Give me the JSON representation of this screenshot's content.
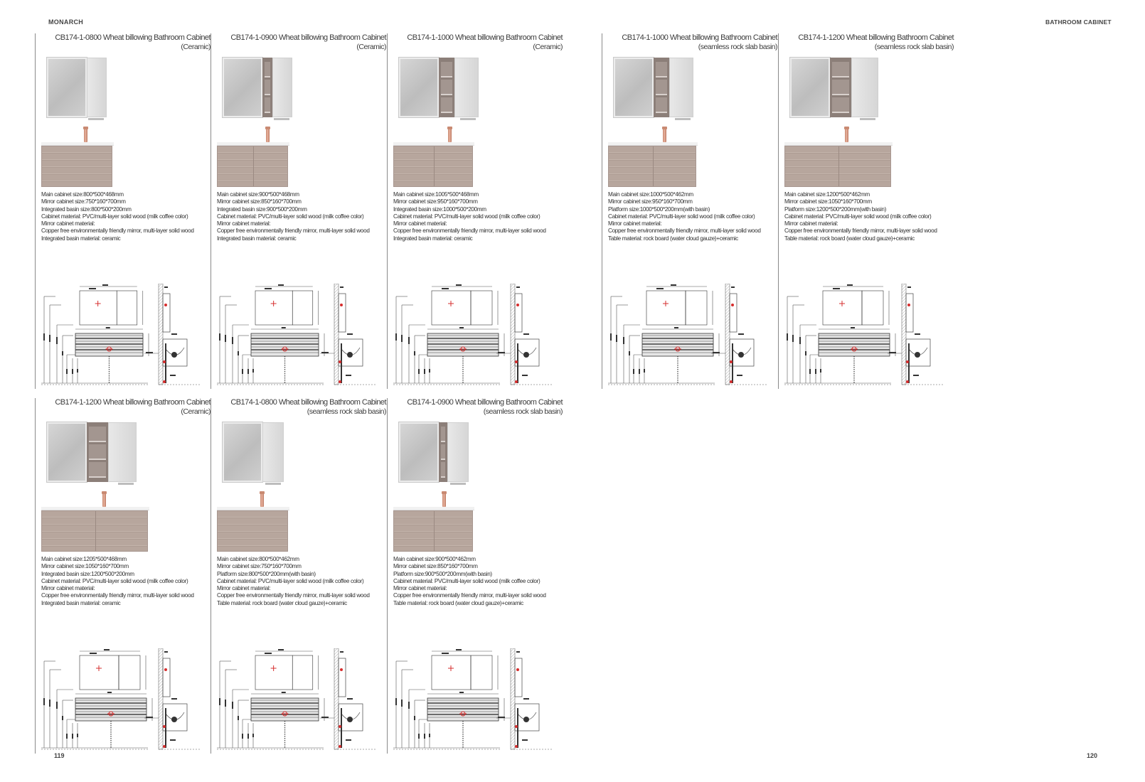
{
  "header": {
    "brand": "MONARCH",
    "section": "BATHROOM CABINET"
  },
  "footer": {
    "left_page": "119",
    "right_page": "120"
  },
  "colors": {
    "vanity_wood": "#b7a69d",
    "faucet_rose_gold": "#d39a83",
    "drawing_red": "#d62d2d",
    "divider": "#8a8a8a"
  },
  "products": [
    {
      "title": "CB174-1-0800 Wheat billowing Bathroom Cabinet",
      "variant": "(Ceramic)",
      "specs": [
        "Main cabinet size:800*500*468mm",
        "Mirror cabinet size:750*160*700mm",
        "Integrated basin size:800*500*200mm",
        "Cabinet material: PVC/multi-layer solid wood (milk coffee color)",
        "Mirror cabinet material:",
        "Copper free environmentally friendly mirror, multi-layer solid wood",
        " Integrated basin material: ceramic"
      ]
    },
    {
      "title": "CB174-1-0900 Wheat billowing Bathroom Cabinet",
      "variant": "(Ceramic)",
      "specs": [
        "Main cabinet size:900*500*468mm",
        "Mirror cabinet size:850*160*700mm",
        "Integrated basin size:900*500*200mm",
        "Cabinet material: PVC/multi-layer solid wood (milk coffee color)",
        "Mirror cabinet material:",
        "Copper free environmentally friendly mirror, multi-layer solid wood",
        " Integrated basin material: ceramic"
      ]
    },
    {
      "title": "CB174-1-1000 Wheat billowing Bathroom Cabinet",
      "variant": "(Ceramic)",
      "specs": [
        "Main cabinet size:1005*500*468mm",
        "Mirror cabinet size:950*160*700mm",
        "Integrated basin size:1000*500*200mm",
        "Cabinet material: PVC/multi-layer solid wood (milk coffee color)",
        "Mirror cabinet material:",
        "Copper free environmentally friendly mirror, multi-layer solid wood",
        " Integrated basin material: ceramic"
      ]
    },
    {
      "title": "CB174-1-1000 Wheat billowing Bathroom Cabinet",
      "variant": "(seamless rock slab basin)",
      "specs": [
        "Main cabinet size:1000*500*462mm",
        "Mirror cabinet size:950*160*700mm",
        "Platform size:1000*500*200mm(with basin)",
        "Cabinet material: PVC/multi-layer solid wood (milk coffee color)",
        "Mirror cabinet material:",
        "Copper free environmentally friendly mirror, multi-layer solid wood",
        "Table material: rock board (water cloud gauze)+ceramic"
      ]
    },
    {
      "title": "CB174-1-1200 Wheat billowing Bathroom Cabinet",
      "variant": "(seamless rock slab basin)",
      "specs": [
        "Main cabinet size:1200*500*462mm",
        "Mirror cabinet size:1050*160*700mm",
        "Platform size:1200*500*200mm(with basin)",
        "Cabinet material: PVC/multi-layer solid wood (milk coffee color)",
        "Mirror cabinet material:",
        "Copper free environmentally friendly mirror, multi-layer solid wood",
        "Table material: rock board (water cloud gauze)+ceramic"
      ]
    },
    {
      "title": "CB174-1-1200 Wheat billowing Bathroom Cabinet",
      "variant": "(Ceramic)",
      "specs": [
        "Main cabinet size:1205*500*468mm",
        "Mirror cabinet size:1050*160*700mm",
        "Integrated basin size:1200*500*200mm",
        "Cabinet material: PVC/multi-layer solid wood (milk coffee color)",
        "Mirror cabinet material:",
        "Copper free environmentally friendly mirror, multi-layer solid wood",
        " Integrated basin material: ceramic"
      ]
    },
    {
      "title": "CB174-1-0800 Wheat billowing Bathroom Cabinet",
      "variant": "(seamless rock slab basin)",
      "specs": [
        "Main cabinet size:800*500*462mm",
        "Mirror cabinet size:750*160*700mm",
        "Platform size:800*500*200mm(with basin)",
        "Cabinet material: PVC/multi-layer solid wood (milk coffee color)",
        "Mirror cabinet material:",
        "Copper free environmentally friendly mirror, multi-layer solid wood",
        "Table material: rock board (water cloud gauze)+ceramic"
      ]
    },
    {
      "title": "CB174-1-0900 Wheat billowing Bathroom Cabinet",
      "variant": "(seamless rock slab basin)",
      "specs": [
        "Main cabinet size:900*500*462mm",
        "Mirror cabinet size:850*160*700mm",
        "Platform size:900*500*200mm(with basin)",
        "Cabinet material: PVC/multi-layer solid wood (milk coffee color)",
        "Mirror cabinet material:",
        "Copper free environmentally friendly mirror, multi-layer solid wood",
        "Table material: rock board (water cloud gauze)+ceramic"
      ]
    }
  ]
}
